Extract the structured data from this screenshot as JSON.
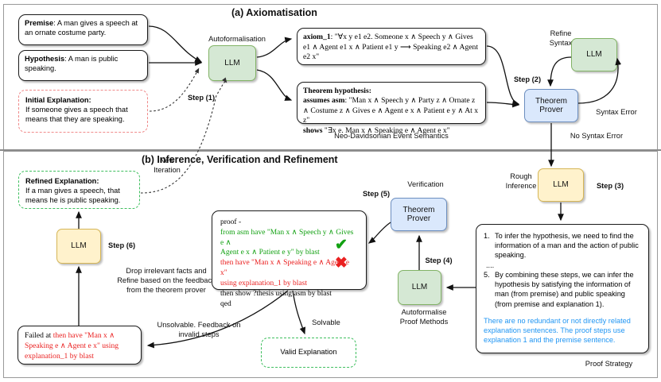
{
  "sections": {
    "a_title": "(a) Axiomatisation",
    "b_title": "(b) Inference, Verification and Refinement"
  },
  "inputs": {
    "premise_label": "Premise",
    "premise_text": ": A man gives a speech at an ornate costume party.",
    "hypothesis_label": "Hypothesis",
    "hypothesis_text": ": A man is public speaking.",
    "initial_explanation_label": "Initial Explanation:",
    "initial_explanation_text": "If someone gives a speech that means that they are speaking."
  },
  "axiom_box": {
    "label": "axiom_1",
    "text": ": \"∀x y e1 e2. Someone x ∧ Speech y ∧ Gives e1 ∧ Agent e1 x ∧ Patient e1 y ⟶ Speaking e2 ∧ Agent e2 x\""
  },
  "theorem_box": {
    "title": "Theorem hypothesis:",
    "assumes_label": "assumes asm",
    "assumes_text": ": \"Man x ∧ Speech y ∧ Party z ∧ Ornate z ∧ Costume z ∧ Gives e ∧ Agent e x ∧ Patient e y ∧ At x z\"",
    "shows_label": "shows",
    "shows_text": " \"∃x e. Man x ∧ Speaking e ∧ Agent e x\""
  },
  "nodes": {
    "llm_autoformalise_a": "LLM",
    "llm_refine_syntax": "LLM",
    "theorem_prover_a": "Theorem\nProver",
    "llm_rough_inference": "LLM",
    "llm_autoformalise_b": "LLM",
    "theorem_prover_b": "Theorem\nProver",
    "llm_refine_b": "LLM"
  },
  "labels": {
    "autoformalisation": "Autoformalisation",
    "step1": "Step (1)",
    "step2": "Step (2)",
    "step3": "Step (3)",
    "step4": "Step (4)",
    "step5": "Step (5)",
    "step6": "Step (6)",
    "refine_syntax": "Refine\nSyntax",
    "syntax_error": "Syntax Error",
    "no_syntax_error": "No Syntax Error",
    "neo_davidsonian": "Neo-Davidsonian Event Semantics",
    "new_iteration": "New\nIteration",
    "rough_inference": "Rough\nInference",
    "verification": "Verification",
    "autoformalise_proof_methods": "Autoformalise\nProof Methods",
    "proof_strategy": "Proof Strategy",
    "step6_desc": "Drop irrelevant facts and\nRefine based on the feedback\nfrom the theorem prover",
    "unsolvable": "Unsolvable. Feedback on\ninvalid steps",
    "solvable": "Solvable"
  },
  "refined_explanation": {
    "label": "Refined Explanation:",
    "text": "If a man gives a speech, that means he is public speaking."
  },
  "valid_explanation": {
    "text": "Valid Explanation"
  },
  "proof_box": {
    "header": "proof -",
    "line_green_1": "from asm have \"Man x ∧ Speech y ∧ Gives e ∧",
    "line_green_2": "Agent    e x ∧ Patient e y\" by blast",
    "line_red_1": "then have \"Man x ∧ Speaking e ∧ Agent e x\"",
    "line_red_2": "using explanation_1 by blast",
    "line_black_1": "then show ?thesis using asm by blast",
    "line_black_2": "qed",
    "tick_icon": "check-icon",
    "cross_icon": "cross-icon"
  },
  "failed_box": {
    "prefix": "Failed at ",
    "red_1": "then have \"Man x ∧",
    "red_2": "Speaking e ∧ Agent e x\"   using",
    "red_3": "explanation_1 by blast"
  },
  "proof_strategy": {
    "item1_num": "1.",
    "item1": "To infer the hypothesis, we need to find the information of a man and the action of public speaking.",
    "ellipsis": "....",
    "item5_num": "5.",
    "item5": "By combining these steps, we can infer the hypothesis by satisfying the information of man (from premise) and public speaking (from premise and explanation 1).",
    "note": "There are no redundant or not directly related explanation sentences. The proof steps use explanation 1 and the premise sentence."
  },
  "colors": {
    "green_fill": "#d5e8d4",
    "green_stroke": "#82b366",
    "yellow_fill": "#fff2cc",
    "yellow_stroke": "#d6b656",
    "blue_fill": "#dae8fc",
    "blue_stroke": "#6c8ebf",
    "red_dash": "#f08a8a",
    "green_dash": "#3fbf5f",
    "code_green": "#12a112",
    "code_red": "#ea2020",
    "note_blue": "#2196f3"
  }
}
